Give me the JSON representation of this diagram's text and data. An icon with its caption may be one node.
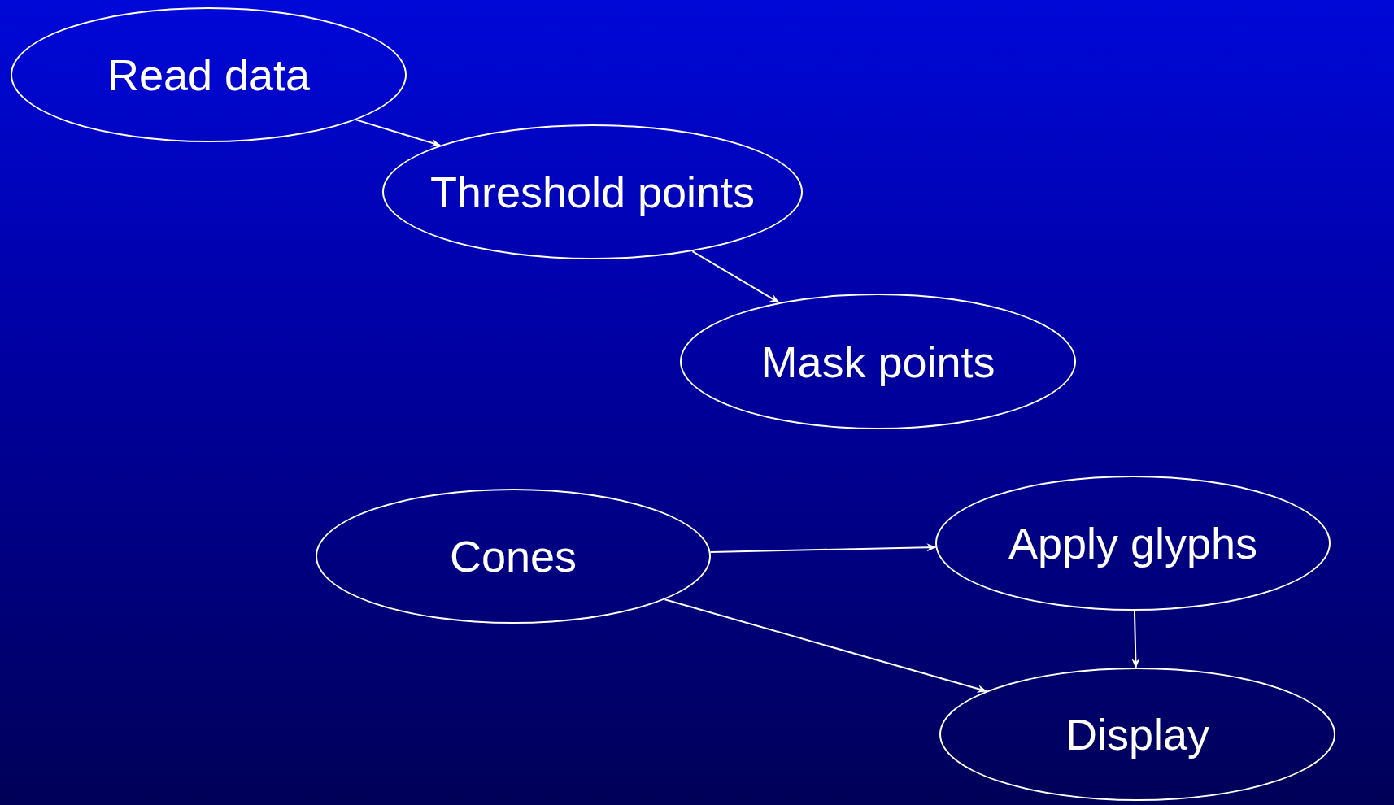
{
  "diagram": {
    "nodes": [
      {
        "text": [
          "Read data"
        ]
      },
      {
        "text": [
          "Threshold points"
        ]
      },
      {
        "text": [
          "Mask points"
        ]
      },
      {
        "text": [
          "Cones"
        ]
      },
      {
        "text": [
          "Apply glyphs"
        ]
      },
      {
        "text": [
          "Display"
        ]
      }
    ],
    "edges": [
      {
        "from": 0,
        "to": 1,
        "arrow": "to"
      },
      {
        "from": 1,
        "to": 2,
        "arrow": "to"
      },
      {
        "from": 3,
        "to": 4,
        "arrow": "to"
      },
      {
        "from": 3,
        "to": 5,
        "arrow": "to"
      },
      {
        "from": 4,
        "to": 5,
        "arrow": "to"
      }
    ]
  }
}
